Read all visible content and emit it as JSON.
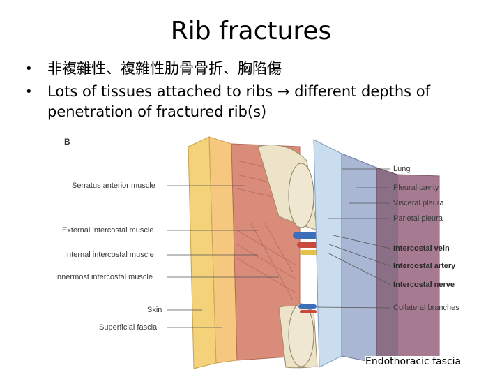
{
  "slide": {
    "title": "Rib fractures",
    "bullets": [
      "非複雜性、複雜性肋骨骨折、胸陷傷",
      "Lots of tissues attached to ribs → different depths of penetration of fractured rib(s)"
    ]
  },
  "figure": {
    "panel_letter": "B",
    "left_labels": [
      "Serratus anterior muscle",
      "External intercostal muscle",
      "Internal intercostal muscle",
      "Innermost intercostal muscle",
      "Skin",
      "Superficial fascia"
    ],
    "right_labels": [
      "Lung",
      "Pleural cavity",
      "Visceral pleura",
      "Parietal pleura",
      "Intercostal vein",
      "Intercostal artery",
      "Intercostal nerve",
      "Collateral branches"
    ],
    "caption": "Endothoracic fascia"
  }
}
